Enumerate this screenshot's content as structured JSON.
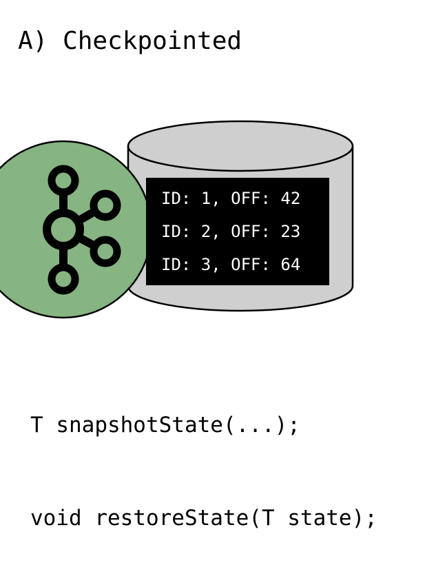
{
  "title": "A) Checkpointed",
  "state_store": {
    "rows": [
      "ID: 1, OFF: 42",
      "ID: 2, OFF: 23",
      "ID: 3, OFF: 64"
    ]
  },
  "code": {
    "line1": "T snapshotState(...);",
    "line2": "void restoreState(T state);"
  },
  "colors": {
    "cylinder_fill": "#cfcfcf",
    "kafka_circle_fill": "#86b482",
    "state_box_fill": "#000000",
    "state_text": "#ffffff"
  },
  "icons": [
    "database-cylinder-icon",
    "kafka-logo-icon"
  ]
}
